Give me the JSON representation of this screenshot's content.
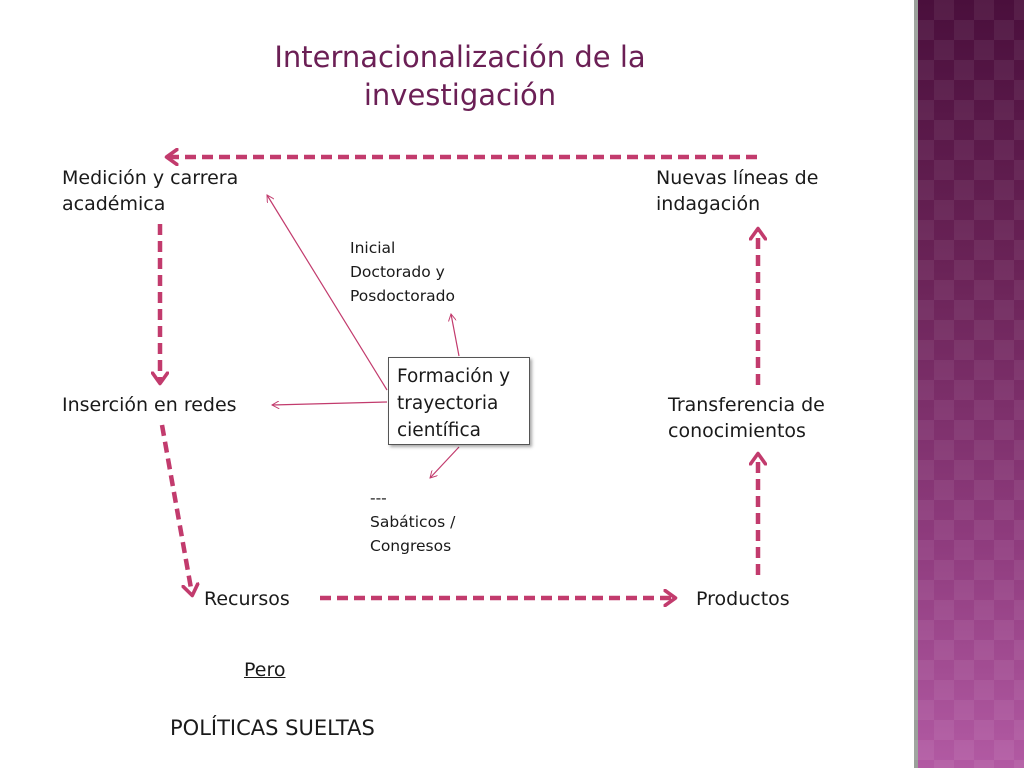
{
  "slide": {
    "title": "Internacionalización de la\ninvestigación",
    "nodes": {
      "medicion": "Medición y carrera\nacadémica",
      "nuevas": "Nuevas líneas de\nindagación",
      "insercion": "Inserción en redes",
      "transferencia": "Transferencia de\nconocimientos",
      "recursos": "Recursos",
      "productos": "Productos",
      "formacion": "Formación y\ntrayectoria\ncientífica"
    },
    "annotations": {
      "inicial": "Inicial\nDoctorado y\nPosdoctorado",
      "sabaticos": "---\nSabáticos /\nCongresos"
    },
    "footer": {
      "pero": "Pero",
      "politicas": "POLÍTICAS SUELTAS"
    }
  },
  "colors": {
    "accent": "#c23b6d",
    "title": "#6b1f55",
    "thin_arrow": "#c23b6d",
    "side_band_top": "#4a0f3c",
    "side_band_bottom": "#b25aa3"
  }
}
